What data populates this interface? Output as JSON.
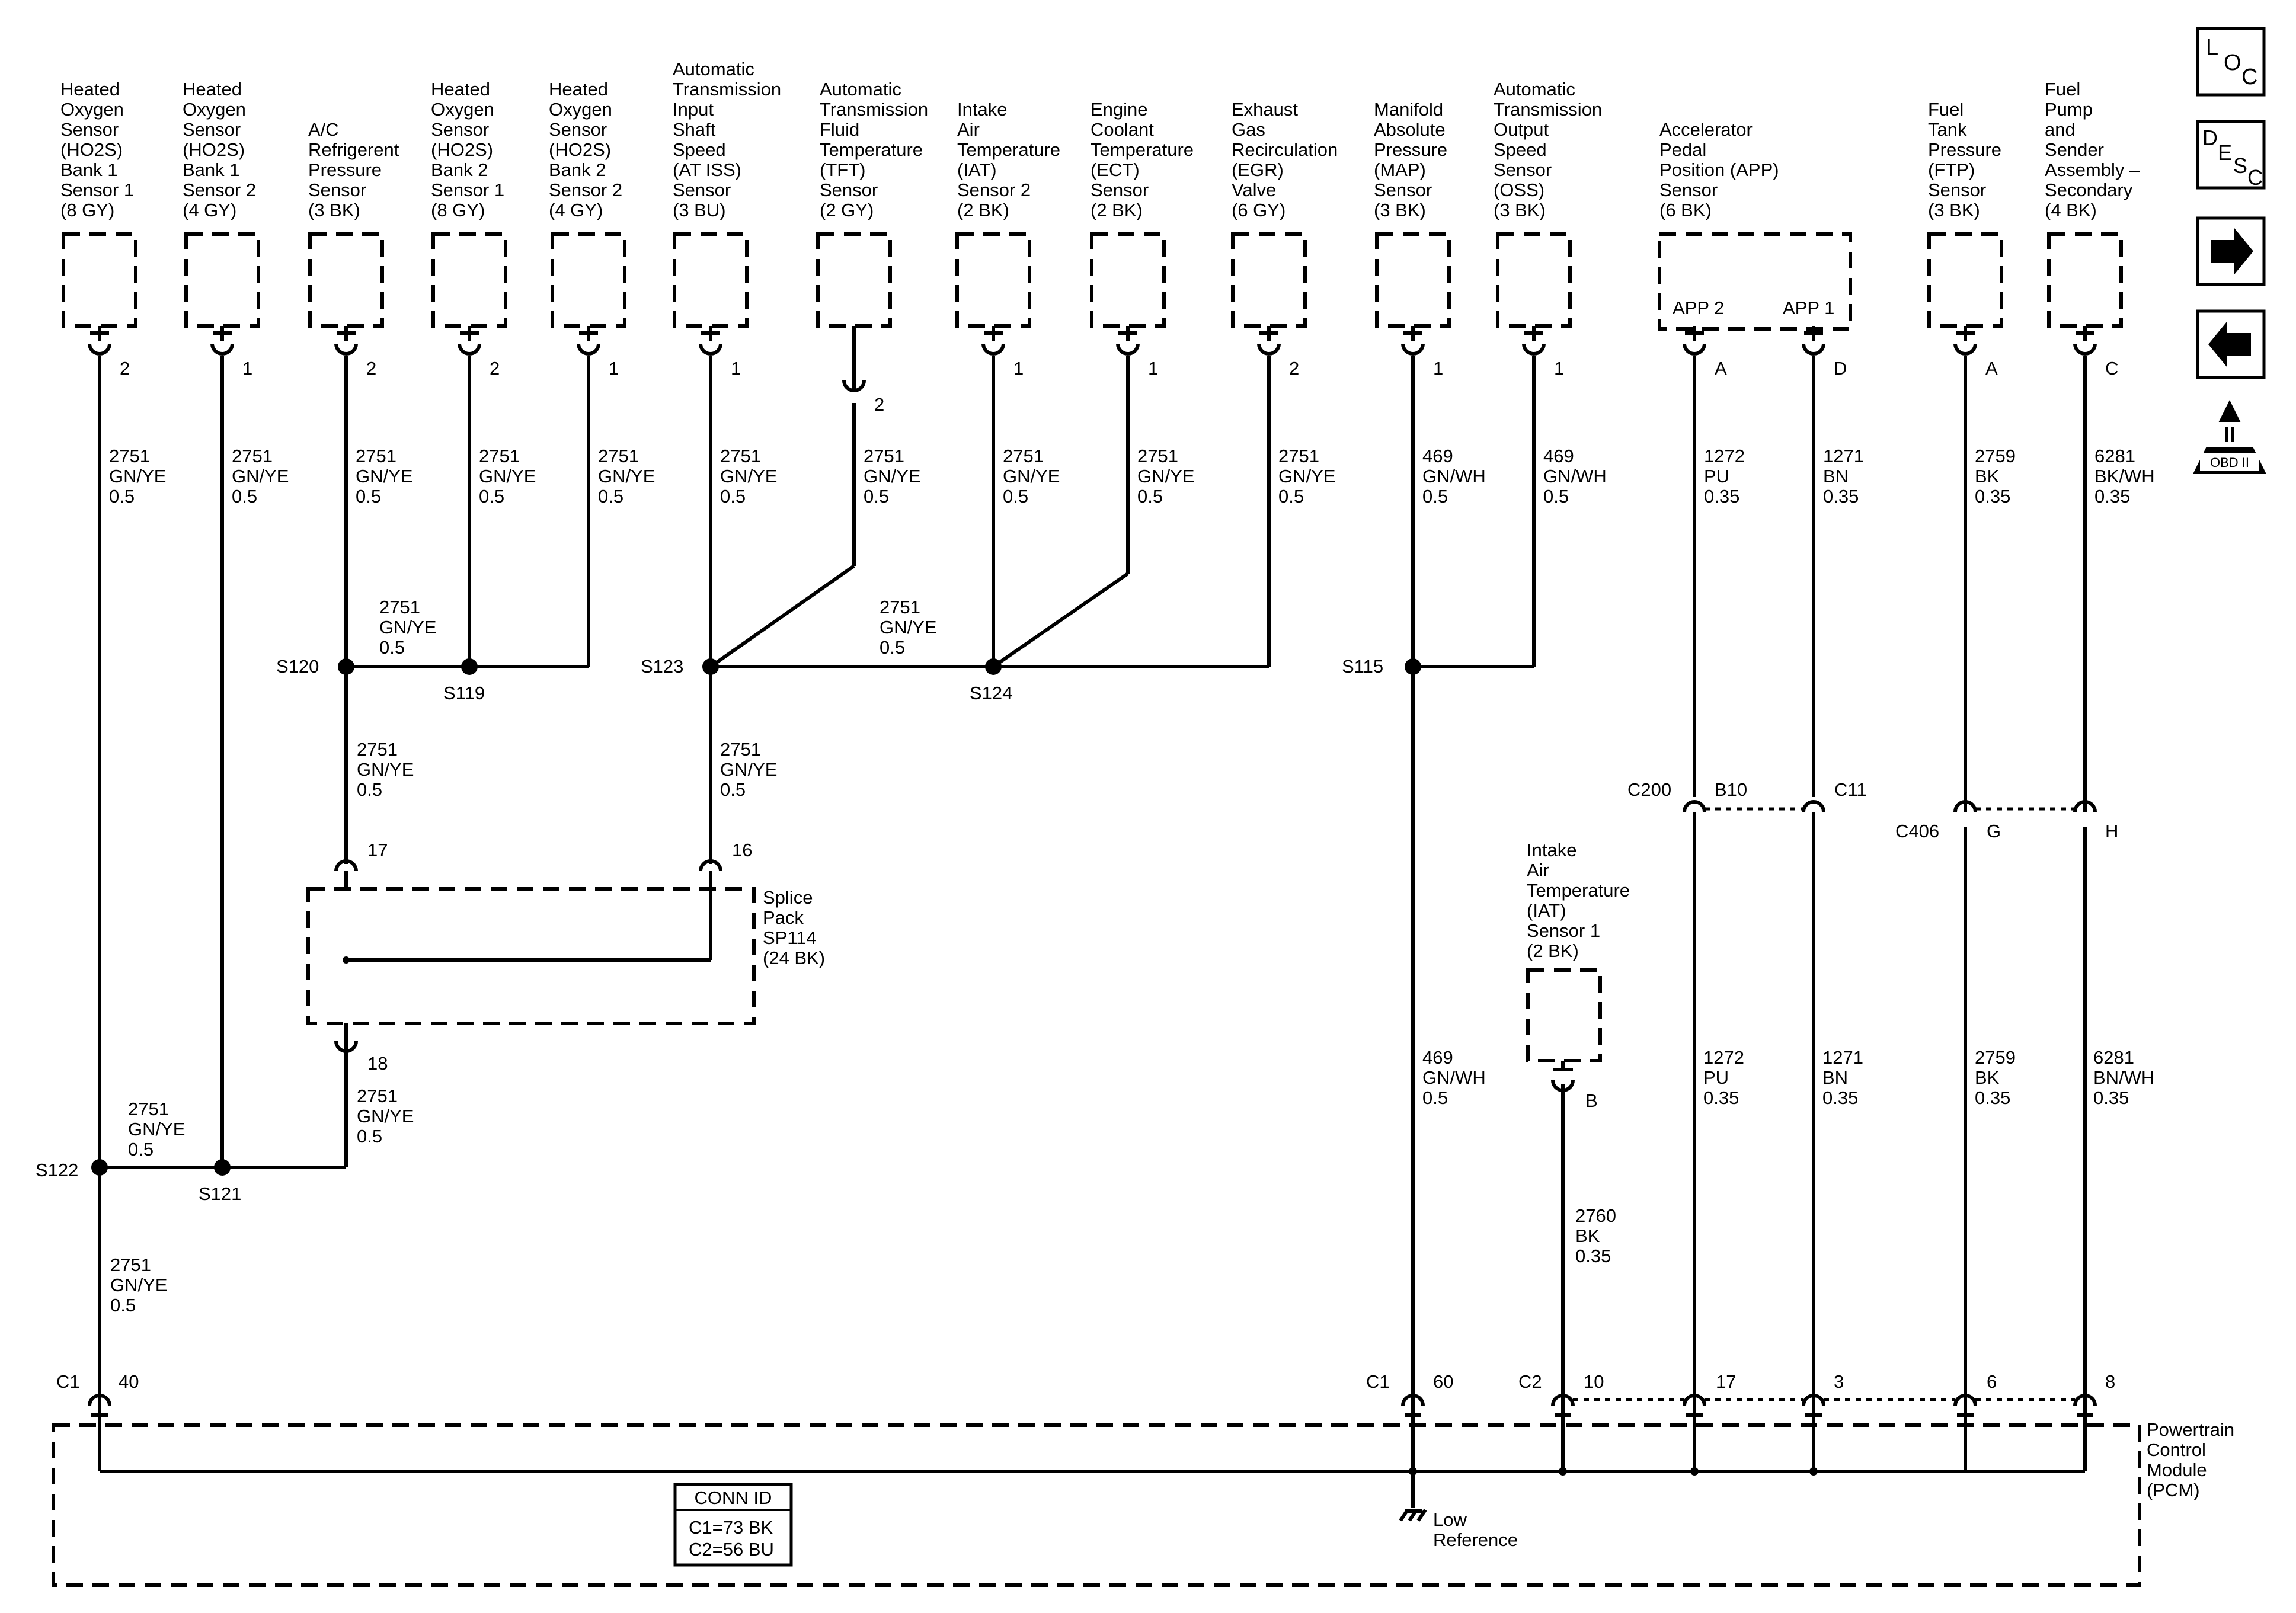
{
  "sensors": [
    {
      "id": "ho2s11",
      "lines": [
        "Heated",
        "Oxygen",
        "Sensor",
        "(HO2S)",
        "Bank 1",
        "Sensor 1",
        "(8 GY)"
      ],
      "pin": "2",
      "wire": [
        "2751",
        "GN/YE",
        "0.5"
      ]
    },
    {
      "id": "ho2s12",
      "lines": [
        "Heated",
        "Oxygen",
        "Sensor",
        "(HO2S)",
        "Bank 1",
        "Sensor 2",
        "(4 GY)"
      ],
      "pin": "1",
      "wire": [
        "2751",
        "GN/YE",
        "0.5"
      ]
    },
    {
      "id": "acrp",
      "lines": [
        "A/C",
        "Refrigerent",
        "Pressure",
        "Sensor",
        "(3 BK)"
      ],
      "pin": "2",
      "wire": [
        "2751",
        "GN/YE",
        "0.5"
      ]
    },
    {
      "id": "ho2s21",
      "lines": [
        "Heated",
        "Oxygen",
        "Sensor",
        "(HO2S)",
        "Bank 2",
        "Sensor 1",
        "(8 GY)"
      ],
      "pin": "2",
      "wire": [
        "2751",
        "GN/YE",
        "0.5"
      ]
    },
    {
      "id": "ho2s22",
      "lines": [
        "Heated",
        "Oxygen",
        "Sensor",
        "(HO2S)",
        "Bank 2",
        "Sensor 2",
        "(4 GY)"
      ],
      "pin": "1",
      "wire": [
        "2751",
        "GN/YE",
        "0.5"
      ]
    },
    {
      "id": "atiss",
      "lines": [
        "Automatic",
        "Transmission",
        "Input",
        "Shaft",
        "Speed",
        "(AT ISS)",
        "Sensor",
        "(3 BU)"
      ],
      "pin": "1",
      "wire": [
        "2751",
        "GN/YE",
        "0.5"
      ]
    },
    {
      "id": "tft",
      "lines": [
        "Automatic",
        "Transmission",
        "Fluid",
        "Temperature",
        "(TFT)",
        "Sensor",
        "(2 GY)"
      ],
      "pin": "2",
      "wire": [
        "2751",
        "GN/YE",
        "0.5"
      ]
    },
    {
      "id": "iat2",
      "lines": [
        "Intake",
        "Air",
        "Temperature",
        "(IAT)",
        "Sensor 2",
        "(2 BK)"
      ],
      "pin": "1",
      "wire": [
        "2751",
        "GN/YE",
        "0.5"
      ]
    },
    {
      "id": "ect",
      "lines": [
        "Engine",
        "Coolant",
        "Temperature",
        "(ECT)",
        "Sensor",
        "(2 BK)"
      ],
      "pin": "1",
      "wire": [
        "2751",
        "GN/YE",
        "0.5"
      ]
    },
    {
      "id": "egr",
      "lines": [
        "Exhaust",
        "Gas",
        "Recirculation",
        "(EGR)",
        "Valve",
        "(6 GY)"
      ],
      "pin": "2",
      "wire": [
        "2751",
        "GN/YE",
        "0.5"
      ]
    },
    {
      "id": "map",
      "lines": [
        "Manifold",
        "Absolute",
        "Pressure",
        "(MAP)",
        "Sensor",
        "(3 BK)"
      ],
      "pin": "1",
      "wire": [
        "469",
        "GN/WH",
        "0.5"
      ]
    },
    {
      "id": "oss",
      "lines": [
        "Automatic",
        "Transmission",
        "Output",
        "Speed",
        "Sensor",
        "(OSS)",
        "(3 BK)"
      ],
      "pin": "1",
      "wire": [
        "469",
        "GN/WH",
        "0.5"
      ]
    },
    {
      "id": "app",
      "lines": [
        "Accelerator",
        "Pedal",
        "Position (APP)",
        "Sensor",
        "(6 BK)"
      ],
      "pin": "",
      "wire": []
    },
    {
      "id": "ftp",
      "lines": [
        "Fuel",
        "Tank",
        "Pressure",
        "(FTP)",
        "Sensor",
        "(3 BK)"
      ],
      "pin": "A",
      "wire": [
        "2759",
        "BK",
        "0.35"
      ]
    },
    {
      "id": "fpsa",
      "lines": [
        "Fuel",
        "Pump",
        "and",
        "Sender",
        "Assembly –",
        "Secondary",
        "(4 BK)"
      ],
      "pin": "C",
      "wire": [
        "6281",
        "BK/WH",
        "0.35"
      ]
    }
  ],
  "app_pins": {
    "app2_label": "APP 2",
    "app1_label": "APP 1",
    "app2_pin": "A",
    "app1_pin": "D",
    "app2_wire": [
      "1272",
      "PU",
      "0.35"
    ],
    "app1_wire": [
      "1271",
      "BN",
      "0.35"
    ]
  },
  "splices": {
    "s120": "S120",
    "s119": "S119",
    "s123": "S123",
    "s124": "S124",
    "s115": "S115",
    "s122": "S122",
    "s121": "S121"
  },
  "mid_wires": {
    "s120_s119": [
      "2751",
      "GN/YE",
      "0.5"
    ],
    "s123_s124": [
      "2751",
      "GN/YE",
      "0.5"
    ],
    "s120_down": [
      "2751",
      "GN/YE",
      "0.5"
    ],
    "s123_down": [
      "2751",
      "GN/YE",
      "0.5"
    ],
    "sp_out": [
      "2751",
      "GN/YE",
      "0.5"
    ],
    "s122_s121": [
      "2751",
      "GN/YE",
      "0.5"
    ],
    "s122_down": [
      "2751",
      "GN/YE",
      "0.5"
    ],
    "map_down": [
      "469",
      "GN/WH",
      "0.5"
    ],
    "app2_down": [
      "1272",
      "PU",
      "0.35"
    ],
    "app1_down": [
      "1271",
      "BN",
      "0.35"
    ],
    "ftp_down": [
      "2759",
      "BK",
      "0.35"
    ],
    "fpsa_down": [
      "6281",
      "BN/WH",
      "0.35"
    ],
    "iat1_down": [
      "2760",
      "BK",
      "0.35"
    ]
  },
  "splice_pack": {
    "lines": [
      "Splice",
      "Pack",
      "SP114",
      "(24 BK)"
    ],
    "pin_in_left": "17",
    "pin_in_right": "16",
    "pin_out": "18"
  },
  "connectors": {
    "c200": "C200",
    "c200_b": "B10",
    "c200_c": "C11",
    "c406": "C406",
    "c406_g": "G",
    "c406_h": "H"
  },
  "iat1": {
    "lines": [
      "Intake",
      "Air",
      "Temperature",
      "(IAT)",
      "Sensor 1",
      "(2 BK)"
    ],
    "pin": "B"
  },
  "pcm": {
    "lines": [
      "Powertrain",
      "Control",
      "Module",
      "(PCM)"
    ],
    "c1": "C1",
    "c2": "C2",
    "pins": {
      "p40": "40",
      "p60": "60",
      "p10": "10",
      "p17": "17",
      "p3": "3",
      "p6": "6",
      "p8": "8"
    },
    "ground": [
      "Low",
      "Reference"
    ],
    "conn_id": {
      "title": "CONN ID",
      "l1": "C1=73 BK",
      "l2": "C2=56 BU"
    }
  },
  "nav": {
    "loc": [
      "L",
      "O",
      "C"
    ],
    "desc": [
      "D",
      "E",
      "S",
      "C"
    ],
    "obd_top": "II",
    "obd_bottom": "OBD II"
  }
}
